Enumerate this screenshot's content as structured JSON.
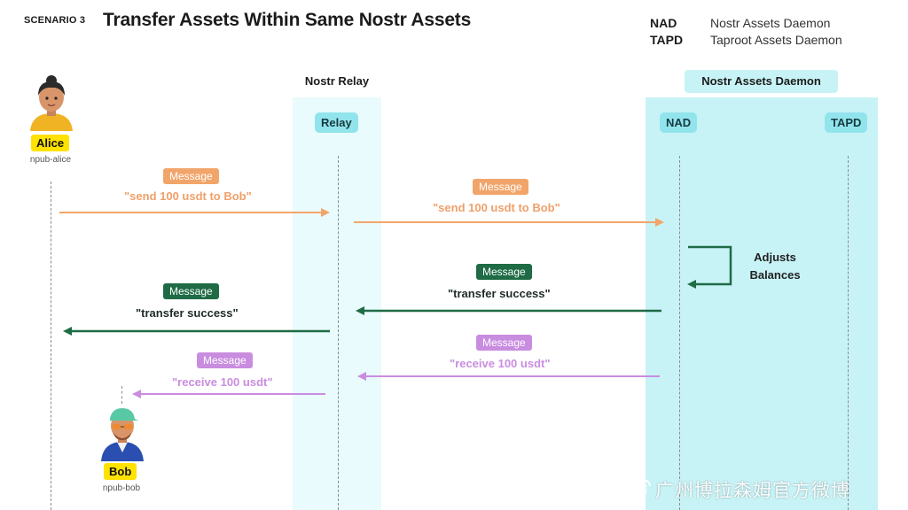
{
  "header": {
    "scenario": "SCENARIO 3",
    "title": "Transfer Assets Within Same Nostr Assets"
  },
  "legend": [
    {
      "abbr": "NAD",
      "full": "Nostr Assets Daemon"
    },
    {
      "abbr": "TAPD",
      "full": "Taproot Assets Daemon"
    }
  ],
  "columns": {
    "relay_title": "Nostr Relay",
    "relay_pill": "Relay",
    "daemon_title": "Nostr Assets Daemon",
    "nad_pill": "NAD",
    "tapd_pill": "TAPD"
  },
  "actors": {
    "alice": {
      "name": "Alice",
      "npub": "npub-alice"
    },
    "bob": {
      "name": "Bob",
      "npub": "npub-bob"
    }
  },
  "messages": {
    "m1": {
      "tag": "Message",
      "text": "\"send 100 usdt to Bob\"",
      "color": "#f2a56a"
    },
    "m2": {
      "tag": "Message",
      "text": "\"send 100 usdt to Bob\"",
      "color": "#f2a56a"
    },
    "m3": {
      "tag": "Message",
      "text": "\"transfer success\"",
      "color": "#1e6b45"
    },
    "m4": {
      "tag": "Message",
      "text": "\"transfer success\"",
      "color": "#1e6b45"
    },
    "m5": {
      "tag": "Message",
      "text": "\"receive 100 usdt\"",
      "color": "#c98de0"
    },
    "m6": {
      "tag": "Message",
      "text": "\"receive 100 usdt\"",
      "color": "#c98de0"
    }
  },
  "self_note": {
    "line1": "Adjusts",
    "line2": "Balances"
  },
  "watermark": "广州博拉森姆官方微博"
}
